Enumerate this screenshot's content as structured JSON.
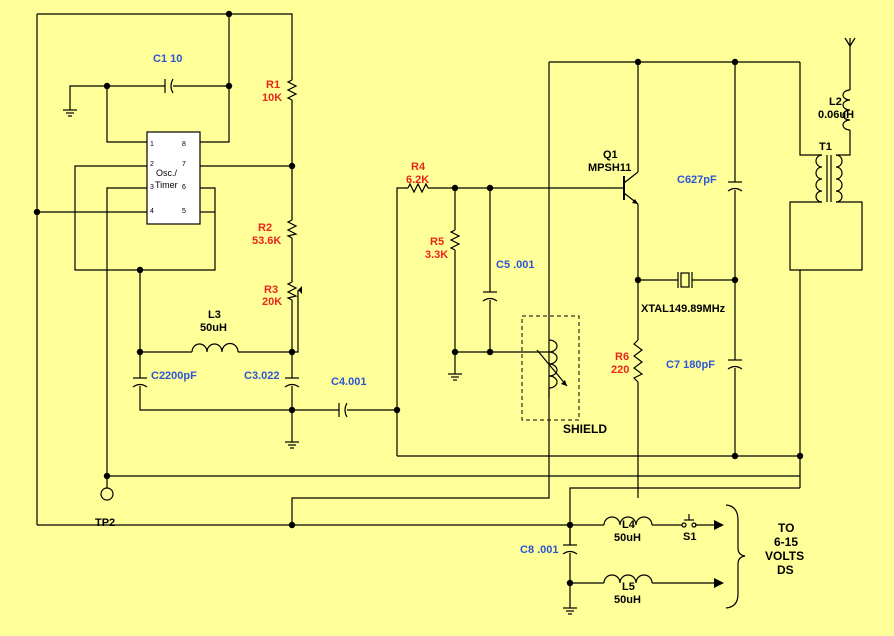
{
  "ic": {
    "name_line1": "Osc./",
    "name_line2": "Timer",
    "pins": [
      "1",
      "2",
      "3",
      "4",
      "5",
      "6",
      "7",
      "8"
    ]
  },
  "labels": {
    "c1": "C1 10",
    "r1_name": "R1",
    "r1_value": "10K",
    "r2_name": "R2",
    "r2_value": "53.6K",
    "r3_name": "R3",
    "r3_value": "20K",
    "l3_name": "L3",
    "l3_value": "50uH",
    "c2": "C2200pF",
    "c3": "C3.022",
    "c4": "C4.001",
    "r4_name": "R4",
    "r4_value": "6.2K",
    "r5_name": "R5",
    "r5_value": "3.3K",
    "c5": "C5 .001",
    "q1_name": "Q1",
    "q1_value": "MPSH11",
    "c6": "C627pF",
    "xtal": "XTAL149.89MHz",
    "r6_name": "R6",
    "r6_value": "220",
    "c7": "C7 180pF",
    "shield": "SHIELD",
    "l2_name": "L2",
    "l2_value": "0.06uH",
    "t1": "T1",
    "tp2": "TP2",
    "c8": "C8 .001",
    "l4_name": "L4",
    "l4_value": "50uH",
    "s1": "S1",
    "l5_name": "L5",
    "l5_value": "50uH",
    "supply": [
      "TO",
      "6-15",
      "VOLTS",
      "DS"
    ]
  },
  "colors": {
    "background": "#ffff99",
    "resistor_label": "#e8261c",
    "capacitor_label": "#2d55d4",
    "wire": "#000000"
  }
}
